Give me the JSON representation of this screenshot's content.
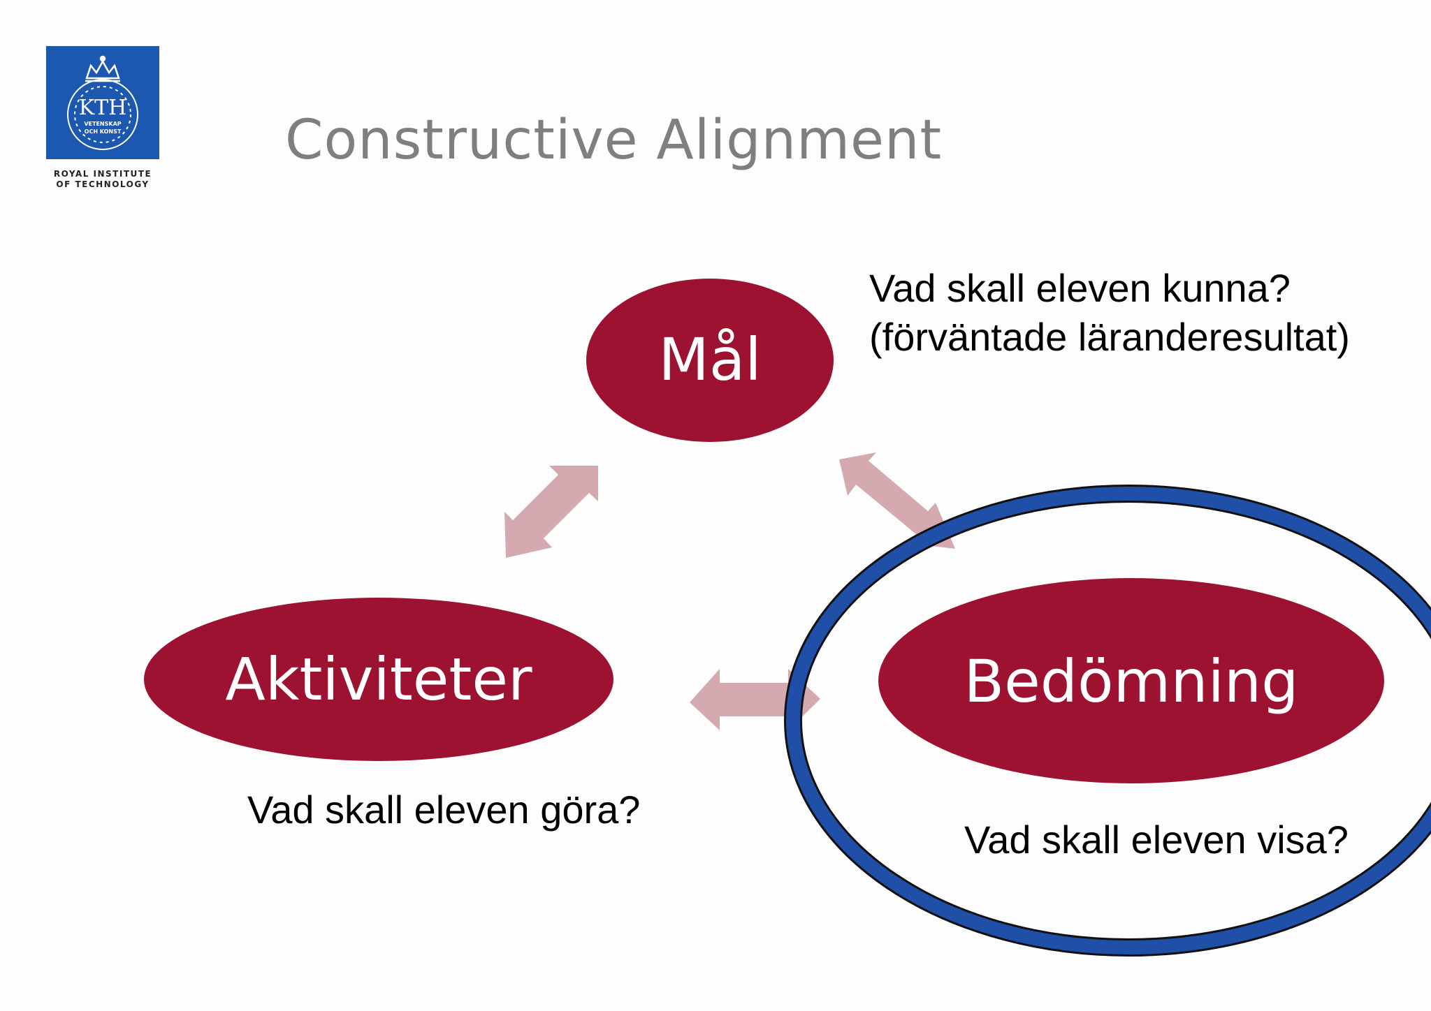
{
  "slide": {
    "title": "Constructive Alignment"
  },
  "logo": {
    "emblem_text": "KTH",
    "emblem_motto_1": "VETENSKAP",
    "emblem_motto_2": "OCH KONST",
    "line_1": "ROYAL INSTITUTE",
    "line_2": "OF TECHNOLOGY",
    "color": "#1c58b0"
  },
  "nodes": {
    "mal": {
      "label": "Mål",
      "question": "Vad skall eleven kunna?",
      "subnote": "(förväntade läranderesultat)"
    },
    "aktiviteter": {
      "label": "Aktiviteter",
      "question": "Vad skall eleven göra?"
    },
    "bedomning": {
      "label": "Bedömning",
      "question": "Vad skall eleven visa?"
    }
  },
  "colors": {
    "node_fill": "#9d1230",
    "arrow_fill": "#d4a9b0",
    "highlight_ring": "#1f4fa6",
    "title_text": "#7f7f7f"
  }
}
